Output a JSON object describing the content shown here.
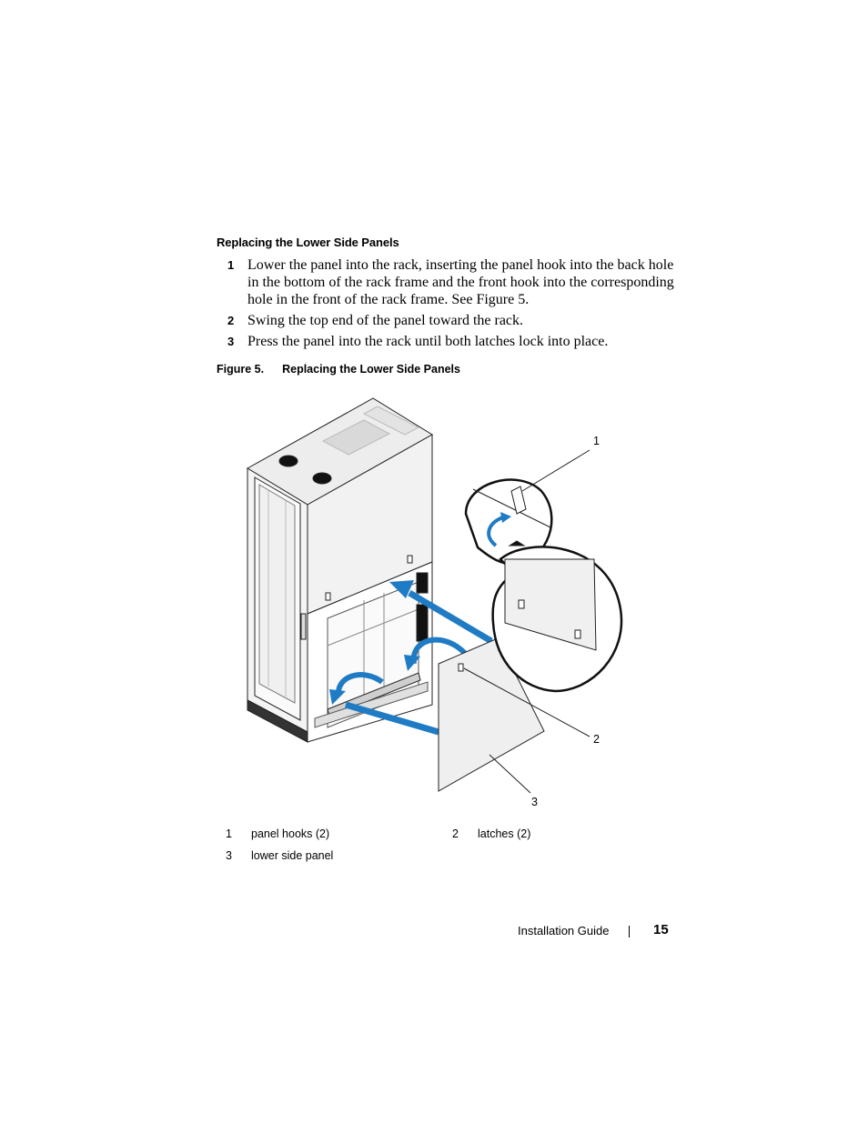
{
  "section": {
    "heading": "Replacing the Lower Side Panels"
  },
  "steps": [
    {
      "num": "1",
      "text": "Lower the panel into the rack, inserting the panel hook into the back hole in the bottom of the rack frame and the front hook into the corresponding hole in the front of the rack frame. See Figure 5."
    },
    {
      "num": "2",
      "text": "Swing the top end of the panel toward the rack."
    },
    {
      "num": "3",
      "text": "Press the panel into the rack until both latches lock into place."
    }
  ],
  "figure": {
    "label": "Figure 5.",
    "title": "Replacing the Lower Side Panels",
    "callouts": [
      "1",
      "2",
      "3"
    ],
    "arrow_color": "#1f7bc4",
    "legend": [
      {
        "num": "1",
        "label": "panel hooks (2)"
      },
      {
        "num": "2",
        "label": "latches (2)"
      },
      {
        "num": "3",
        "label": "lower side panel"
      }
    ]
  },
  "footer": {
    "title": "Installation Guide",
    "page": "15"
  }
}
